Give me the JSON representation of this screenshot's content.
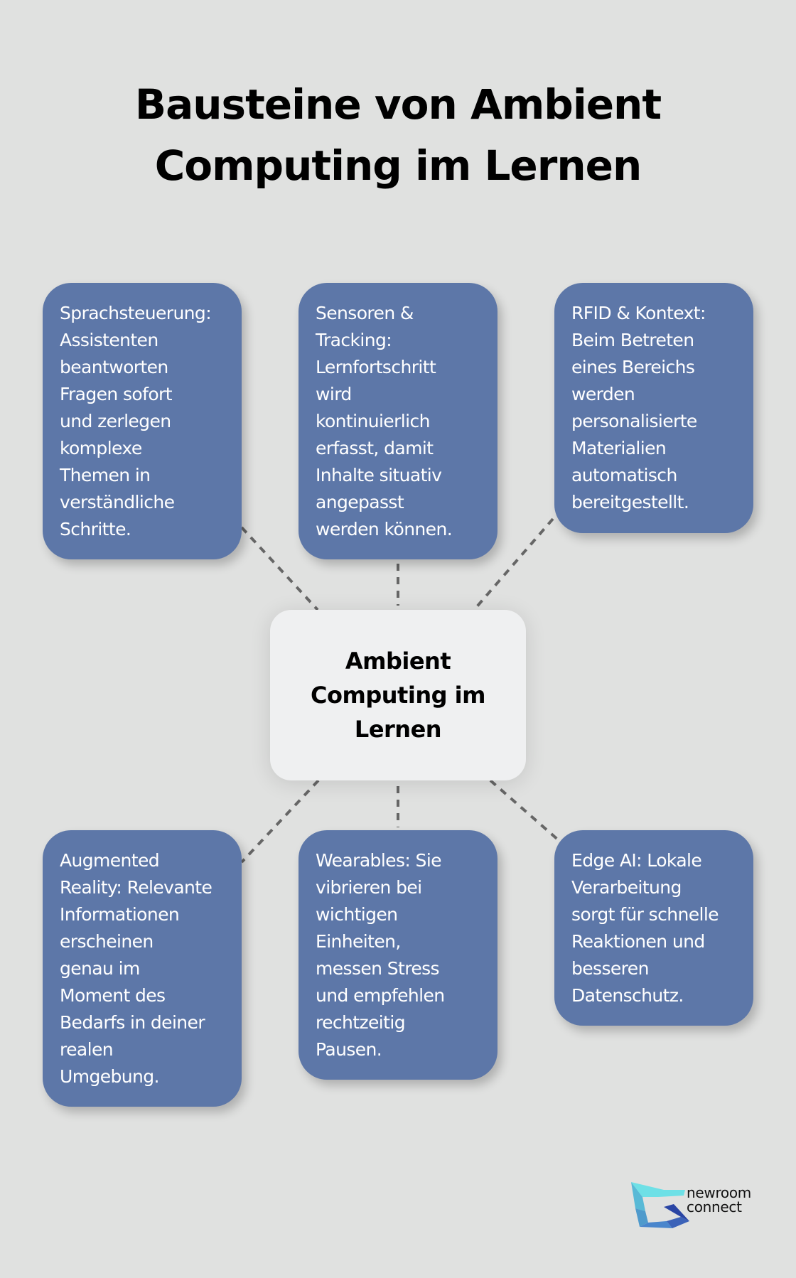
{
  "title": "Bausteine von Ambient\nComputing im Lernen",
  "center": {
    "label": "Ambient\nComputing im\nLernen"
  },
  "nodes": [
    {
      "text": "Sprachsteuerung:\nAssistenten\nbeantworten\nFragen sofort\nund zerlegen\nkomplexe\nThemen in\nverständliche\nSchritte."
    },
    {
      "text": "Sensoren &\nTracking:\nLernfortschritt\nwird\nkontinuierlich\nerfasst, damit\nInhalte situativ\nangepasst\nwerden können."
    },
    {
      "text": "RFID & Kontext:\nBeim Betreten\neines Bereichs\nwerden\npersonalisierte\nMaterialien\nautomatisch\nbereitgestellt."
    },
    {
      "text": "Augmented\nReality: Relevante\nInformationen\nerscheinen\ngenau im\nMoment des\nBedarfs in deiner\nrealen\nUmgebung."
    },
    {
      "text": "Wearables: Sie\nvibrieren bei\nwichtigen\nEinheiten,\nmessen Stress\nund empfehlen\nrechtzeitig\nPausen."
    },
    {
      "text": "Edge AI: Lokale\nVerarbeitung\nsorgt für schnelle\nReaktionen und\nbesseren\nDatenschutz."
    }
  ],
  "colors": {
    "background": "#e0e1e0",
    "node": "#5d77a8",
    "center": "#eff0f1",
    "connector": "#666666"
  },
  "logo": {
    "line1": "newroom",
    "line2": "connect"
  }
}
